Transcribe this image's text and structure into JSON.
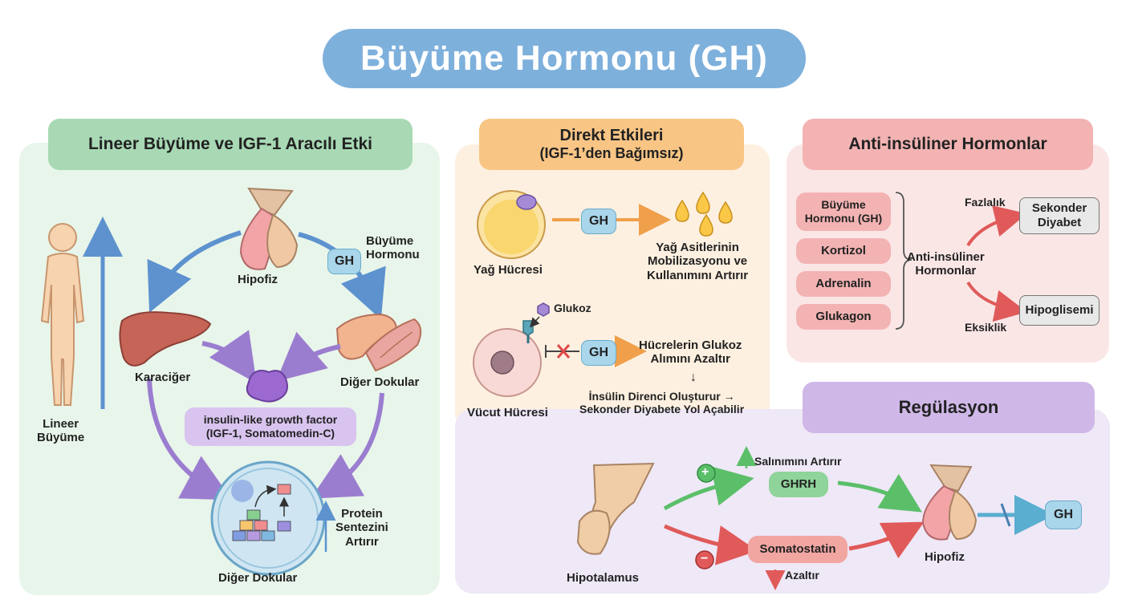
{
  "title": "Büyüme Hormonu (GH)",
  "section1": {
    "header": "Lineer Büyüme ve IGF-1 Aracılı Etki",
    "pituitary_label": "Hipofiz",
    "gh_badge": "GH",
    "gh_name_line1": "Büyüme",
    "gh_name_line2": "Hormonu",
    "liver_label": "Karaciğer",
    "other_tissues_label": "Diğer Dokular",
    "igf_line1": "insulin-like growth factor",
    "igf_line2": "(IGF-1, Somatomedin-C)",
    "linear_line1": "Lineer",
    "linear_line2": "Büyüme",
    "protein_line1": "Protein",
    "protein_line2": "Sentezini",
    "protein_line3": "Artırır",
    "cell_label": "Diğer Dokular"
  },
  "section2": {
    "header_line1": "Direkt Etkileri",
    "header_line2": "(IGF-1’den Bağımsız)",
    "fat_cell_label": "Yağ Hücresi",
    "gh_badge_1": "GH",
    "fat_effect_line1": "Yağ Asitlerinin",
    "fat_effect_line2": "Mobilizasyonu ve",
    "fat_effect_line3": "Kullanımını Artırır",
    "glucose_label": "Glukoz",
    "gh_badge_2": "GH",
    "glucose_effect_line1": "Hücrelerin Glukoz",
    "glucose_effect_line2": "Alımını Azaltır",
    "down_arrow": "↓",
    "insulin_line1": "İnsülin Direnci Oluşturur →",
    "insulin_line2": "Sekonder Diyabete Yol Açabilir",
    "body_cell_label": "Vücut Hücresi"
  },
  "section3": {
    "header": "Anti-insüliner Hormonlar",
    "hormones": [
      "Büyüme Hormonu (GH)",
      "Kortizol",
      "Adrenalin",
      "Glukagon"
    ],
    "group_line1": "Anti-insüliner",
    "group_line2": "Hormonlar",
    "excess_label": "Fazlalık",
    "excess_result_line1": "Sekonder",
    "excess_result_line2": "Diyabet",
    "deficiency_label": "Eksiklik",
    "deficiency_result": "Hipoglisemi"
  },
  "section4": {
    "header": "Regülasyon",
    "hypothalamus_label": "Hipotalamus",
    "plus_sign": "+",
    "minus_sign": "−",
    "increase_label": "Salınımını Artırır",
    "ghrh_label": "GHRH",
    "somatostatin_label": "Somatostatin",
    "decrease_label": "Azaltır",
    "pituitary_label": "Hipofiz",
    "gh_label": "GH"
  },
  "colors": {
    "title_pill": "#7eb0dc",
    "green_panel": "#e8f5ea",
    "green_header": "#a8d9b4",
    "orange_panel": "#fdf0e0",
    "orange_header": "#f8c585",
    "red_panel": "#fbe6e6",
    "red_header": "#f3b3b3",
    "purple_panel": "#efe8f7",
    "purple_header": "#cfb8e8",
    "gh_badge": "#a9d6ea"
  }
}
